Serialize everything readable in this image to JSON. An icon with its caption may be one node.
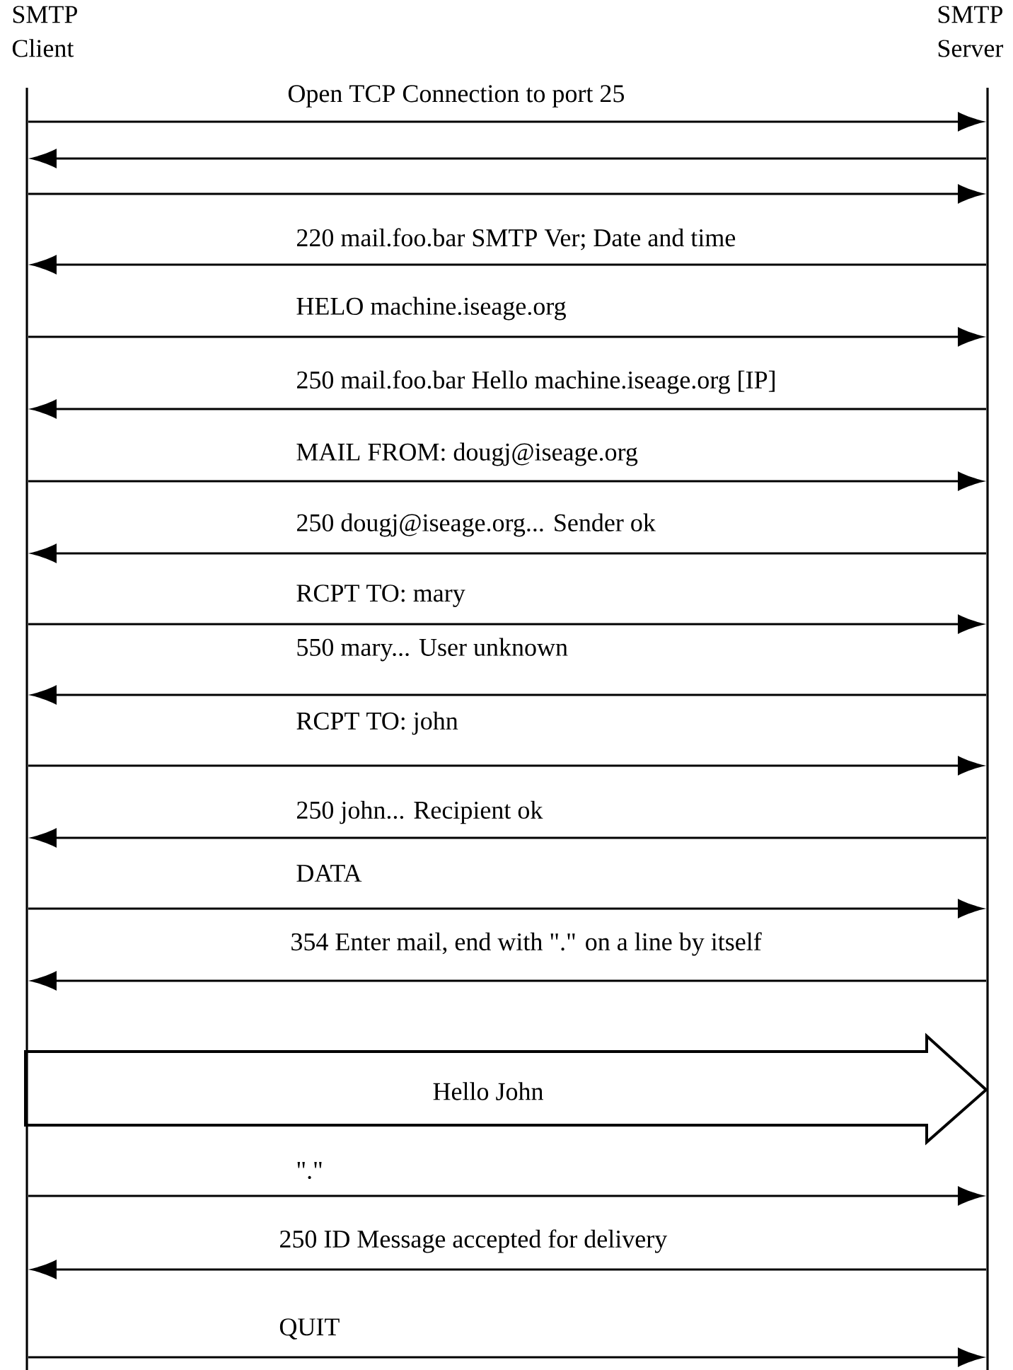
{
  "diagram": {
    "nodes": [
      {
        "text": [],
        "shape": "bar",
        "beside": [
          "SMTP Client"
        ]
      },
      {
        "text": [],
        "shape": "bar",
        "beside": [
          "SMTP Server"
        ]
      }
    ],
    "edges": [
      {
        "from": 0,
        "to": 1,
        "arrow": "to",
        "label": "Open TCP Connection to port 25"
      },
      {
        "from": 1,
        "to": 0,
        "arrow": "to"
      },
      {
        "from": 0,
        "to": 1,
        "arrow": "to"
      },
      {
        "from": 1,
        "to": 0,
        "arrow": "to",
        "label": "220 mail.foo.bar SMTP Ver; Date and time"
      },
      {
        "from": 0,
        "to": 1,
        "arrow": "to",
        "label": "HELO machine.iseage.org"
      },
      {
        "from": 1,
        "to": 0,
        "arrow": "to",
        "label": "250 mail.foo.bar Hello machine.iseage.org [IP]"
      },
      {
        "from": 0,
        "to": 1,
        "arrow": "to",
        "label": "MAIL FROM: dougj@iseage.org"
      },
      {
        "from": 1,
        "to": 0,
        "arrow": "to",
        "label": "250 dougj@iseage.org... Sender ok"
      },
      {
        "from": 0,
        "to": 1,
        "arrow": "to",
        "label": "RCPT TO: mary"
      },
      {
        "from": 1,
        "to": 0,
        "arrow": "to",
        "label": "550 mary... User unknown"
      },
      {
        "from": 0,
        "to": 1,
        "arrow": "to",
        "label": "RCPT TO: john"
      },
      {
        "from": 1,
        "to": 0,
        "arrow": "to",
        "label": "250 john... Recipient ok"
      },
      {
        "from": 0,
        "to": 1,
        "arrow": "to",
        "label": "DATA"
      },
      {
        "from": 1,
        "to": 0,
        "arrow": "to",
        "label": "354 Enter mail, end with \".\" on a line by itself"
      },
      {
        "from": 0,
        "to": 1,
        "arrow": "to",
        "label": "Hello John",
        "style": "thick"
      },
      {
        "from": 0,
        "to": 1,
        "arrow": "to",
        "label": "\".\""
      },
      {
        "from": 1,
        "to": 0,
        "arrow": "to",
        "label": "250 ID Message accepted for delivery"
      },
      {
        "from": 0,
        "to": 1,
        "arrow": "to",
        "label": "QUIT"
      }
    ]
  }
}
